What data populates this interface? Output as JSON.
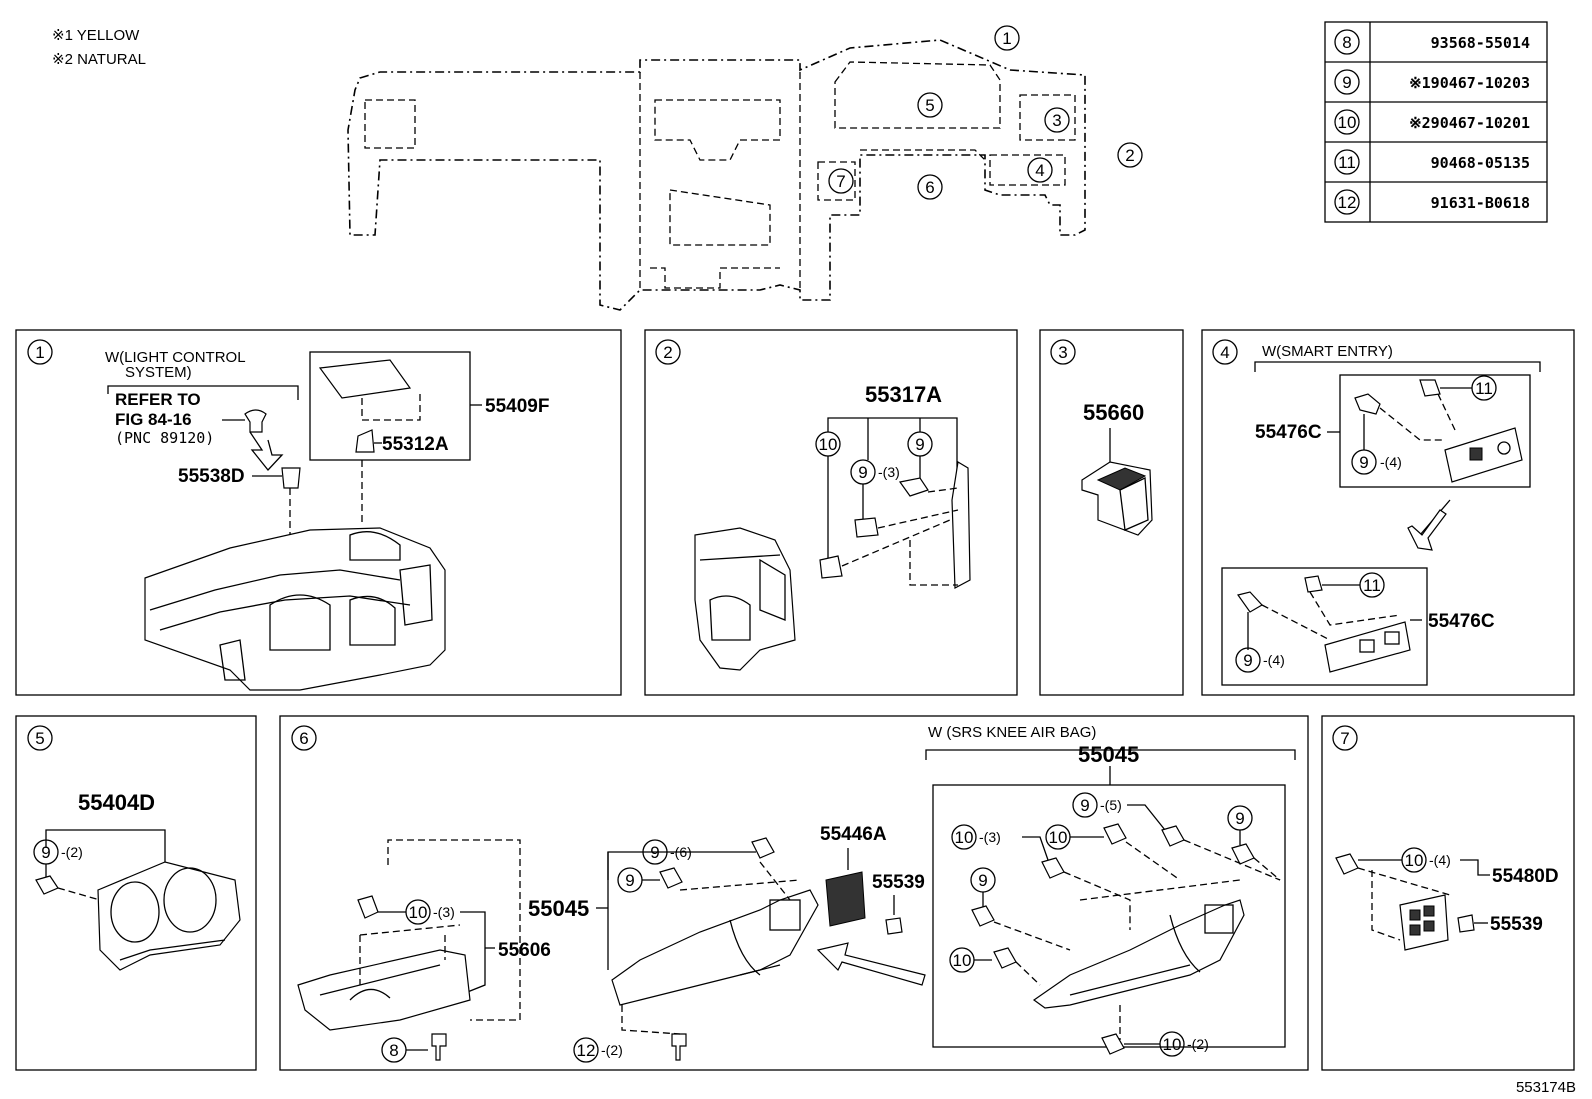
{
  "notes": [
    "※1 YELLOW",
    "※2 NATURAL"
  ],
  "drawing_number": "553174B",
  "fastener_table": [
    {
      "num": "8",
      "part": "93568-55014"
    },
    {
      "num": "9",
      "part": "※190467-10203"
    },
    {
      "num": "10",
      "part": "※290467-10201"
    },
    {
      "num": "11",
      "part": "90468-05135"
    },
    {
      "num": "12",
      "part": "91631-B0618"
    }
  ],
  "overview": {
    "callouts": [
      "1",
      "2",
      "3",
      "4",
      "5",
      "6",
      "7"
    ]
  },
  "panel1": {
    "id": "1",
    "cond_line1": "W(LIGHT CONTROL",
    "cond_line2": "SYSTEM)",
    "refer_line1": "REFER TO",
    "refer_line2": "FIG 84-16",
    "refer_line3": "(PNC 89120)",
    "pn_a": "55409F",
    "pn_b": "55312A",
    "pn_c": "55538D"
  },
  "panel2": {
    "id": "2",
    "pn": "55317A",
    "c10": "10",
    "c9a": "9",
    "c9b": "9",
    "q3": "-(3)"
  },
  "panel3": {
    "id": "3",
    "pn": "55660"
  },
  "panel4": {
    "id": "4",
    "cond": "W(SMART ENTRY)",
    "pn_top": "55476C",
    "pn_bot": "55476C",
    "c11a": "11",
    "c11b": "11",
    "c9a": "9",
    "c9b": "9",
    "q4a": "-(4)",
    "q4b": "-(4)"
  },
  "panel5": {
    "id": "5",
    "pn": "55404D",
    "c9": "9",
    "q2": "-(2)"
  },
  "panel6": {
    "id": "6",
    "cond": "W (SRS KNEE AIR BAG)",
    "pn_knee": "55045",
    "pn_lower": "55045",
    "pn_55606": "55606",
    "pn_55446A": "55446A",
    "pn_55539": "55539",
    "c9_6": "9",
    "q6": "-(6)",
    "c9_plain": "9",
    "c10_3": "10",
    "q3": "-(3)",
    "c8": "8",
    "c12": "12",
    "q2": "-(2)",
    "k_c9_5": "9",
    "k_q5": "-(5)",
    "k_c9_r": "9",
    "k_c10_3": "10",
    "k_q3": "-(3)",
    "k_c10_m": "10",
    "k_c9_l": "9",
    "k_c10_l": "10",
    "k_c10_2": "10",
    "k_q2": "-(2)"
  },
  "panel7": {
    "id": "7",
    "pn": "55480D",
    "pn_b": "55539",
    "c10": "10",
    "q4": "-(4)"
  }
}
